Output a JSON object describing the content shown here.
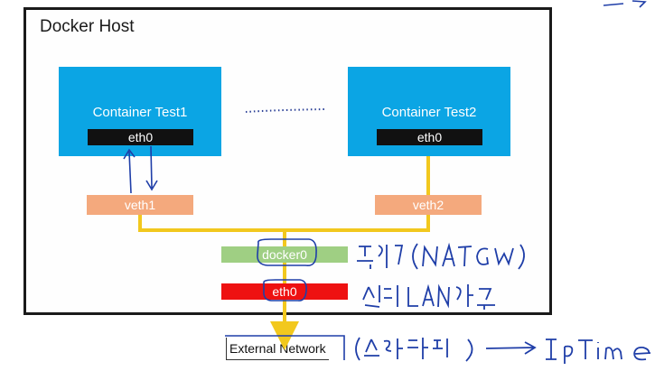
{
  "host": {
    "title": "Docker Host"
  },
  "containers": [
    {
      "label": "Container Test1",
      "eth": "eth0"
    },
    {
      "label": "Container Test2",
      "eth": "eth0"
    }
  ],
  "veths": [
    "veth1",
    "veth2"
  ],
  "docker_bridge": "docker0",
  "host_eth": "eth0",
  "external": "External Network",
  "colors": {
    "container": "#0ba5e4",
    "veth": "#f4a97d",
    "docker0": "#9fcf83",
    "eth0": "#ee1111",
    "wire": "#f2c81e",
    "annotation": "#1f3ea8"
  }
}
